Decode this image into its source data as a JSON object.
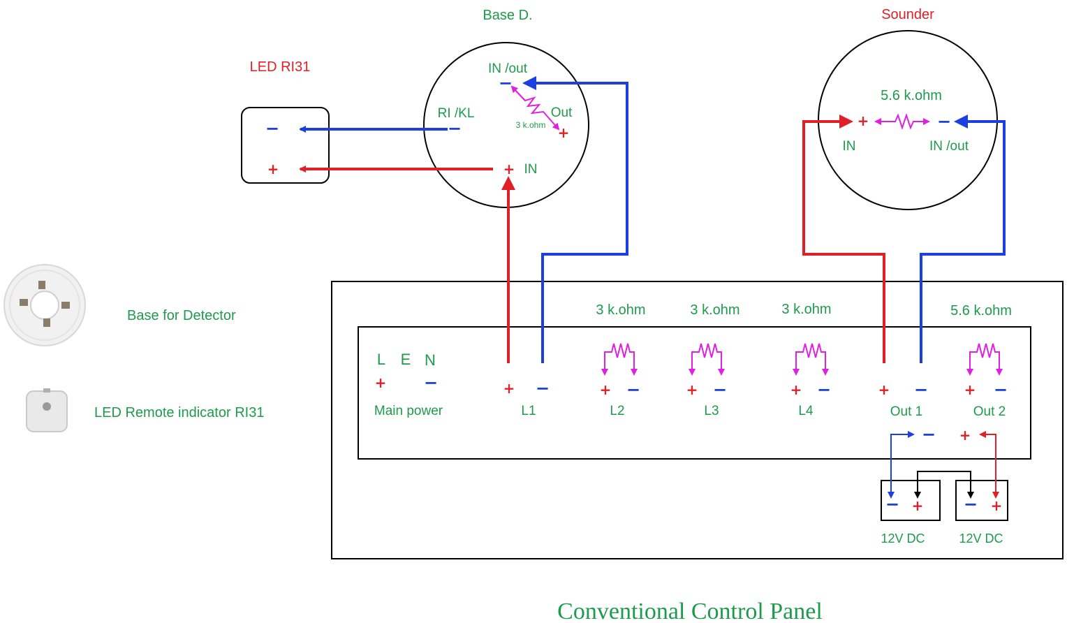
{
  "colors": {
    "red": "#e01f26",
    "blue": "#1b3fe0",
    "green": "#1e9a4b",
    "magenta": "#e020e0",
    "black": "#000000"
  },
  "labels": {
    "base_title": "Base D.",
    "base_in_out": "IN /out",
    "base_ri_kl": "RI /KL",
    "base_out": "Out",
    "base_resistor": "3 k.ohm",
    "base_in": "IN",
    "sounder_title": "Sounder",
    "sounder_resistor": "5.6 k.ohm",
    "sounder_in": "IN",
    "sounder_in_out": "IN /out",
    "led_title": "LED RI31",
    "legend_base": "Base for Detector",
    "legend_led": "LED  Remote indicator RI31",
    "panel_title": "Conventional Control Panel",
    "main_power": "Main power",
    "l": "L",
    "e": "E",
    "n": "N",
    "loop_labels": [
      "L1",
      "L2",
      "L3",
      "L4",
      "Out 1",
      "Out 2"
    ],
    "res_labels": [
      "3 k.ohm",
      "3 k.ohm",
      "3 k.ohm",
      "5.6 k.ohm"
    ],
    "battery_labels": [
      "12V DC",
      "12V DC"
    ],
    "plus": "+",
    "minus": "−"
  }
}
